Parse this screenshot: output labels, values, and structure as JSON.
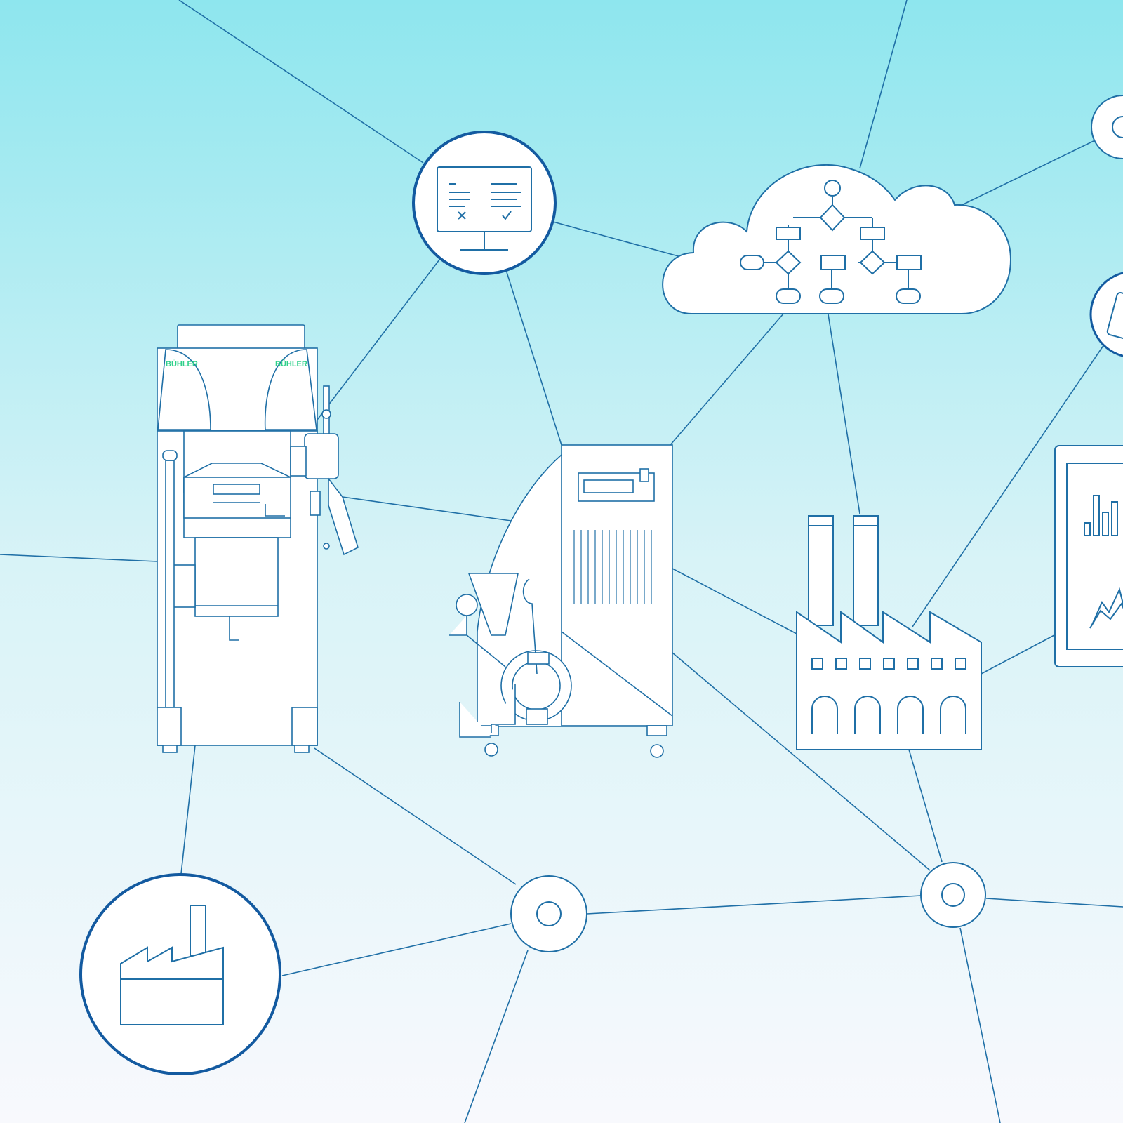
{
  "colors": {
    "sky_top": "#8ee6ee",
    "sky_mid": "#d6f3f7",
    "sky_bottom": "#f8f9fd",
    "line": "#1f6fa6",
    "line_dark": "#135aa0",
    "fill": "#ffffff",
    "brand": "#2fd08a"
  },
  "brand": {
    "left": "BÜHLER",
    "right": "BÜHLER"
  },
  "nodes": [
    {
      "name": "monitor-node",
      "icon": "checklist-monitor-icon"
    },
    {
      "name": "cloud-node",
      "icon": "flowchart-cloud-icon"
    },
    {
      "name": "factory-circle-node",
      "icon": "factory-icon"
    },
    {
      "name": "hub-node-left",
      "icon": "ring-icon"
    },
    {
      "name": "hub-node-right",
      "icon": "ring-icon"
    },
    {
      "name": "hub-node-top-right",
      "icon": "ring-icon"
    },
    {
      "name": "tablet-circle-node",
      "icon": "tablet-icon"
    },
    {
      "name": "dashboard-tablet",
      "icon": "bar-chart-tablet-icon"
    },
    {
      "name": "factory-building",
      "icon": "factory-building-icon"
    },
    {
      "name": "ball-mill-machine",
      "icon": "machine-icon"
    },
    {
      "name": "processing-machine",
      "icon": "machine-icon"
    }
  ]
}
